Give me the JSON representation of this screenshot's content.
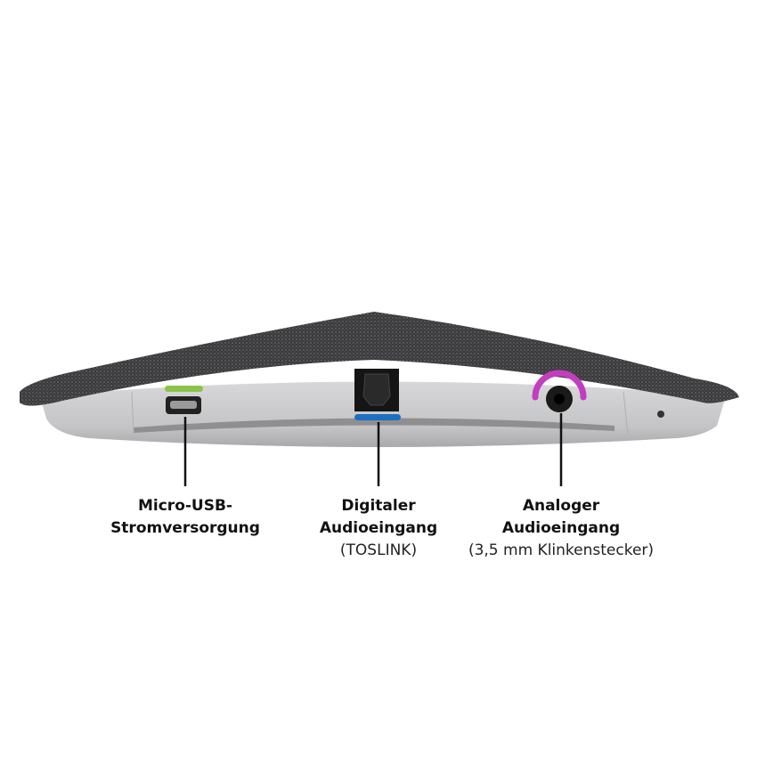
{
  "colors": {
    "usb_marker": "#8bc34a",
    "toslink_marker": "#1e6fc0",
    "analog_marker": "#c23ec0",
    "fabric": "#3e3e40",
    "body": "#c9c9cb"
  },
  "callouts": [
    {
      "title_line1": "Micro-USB-",
      "title_line2": "Stromversorgung"
    },
    {
      "title_line1": "Digitaler",
      "title_line2": "Audioeingang",
      "subtitle": "(TOSLINK)"
    },
    {
      "title_line1": "Analoger",
      "title_line2": "Audioeingang",
      "subtitle": "(3,5 mm Klinkenstecker)"
    }
  ]
}
